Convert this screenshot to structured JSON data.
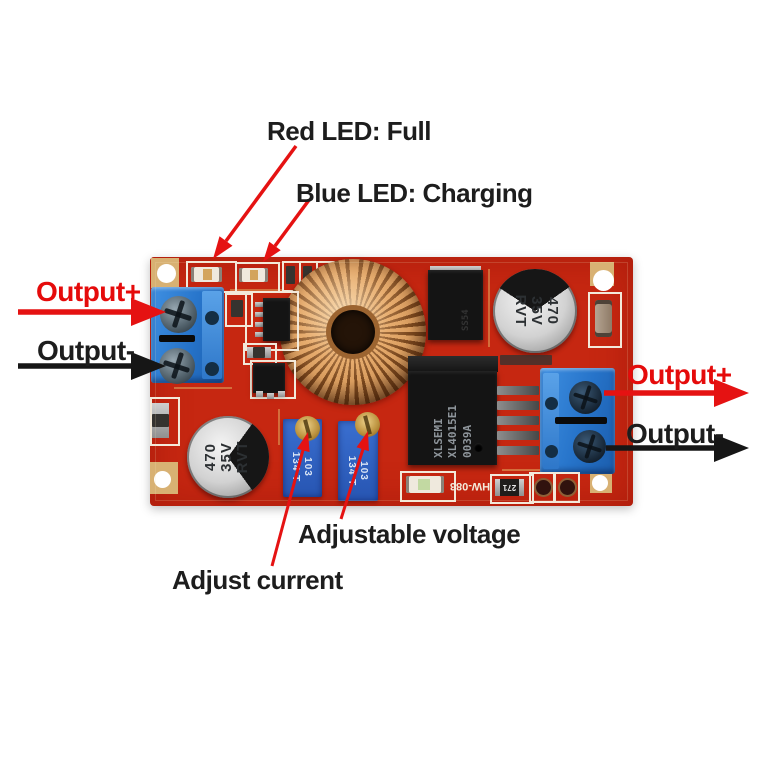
{
  "labels": {
    "red_led": "Red LED: Full",
    "blue_led": "Blue LED: Charging",
    "output_plus_left": "Output+",
    "output_minus_left": "Output-",
    "output_plus_right": "Output+",
    "output_minus_right": "Output-",
    "adjustable_voltage": "Adjustable voltage",
    "adjust_current": "Adjust current"
  },
  "board": {
    "model_silkscreen": "HW-083",
    "chip_marking": "XLSEMI\nXL4015E1\n0039A",
    "capacitor_marking": "470\n35V\nRVT",
    "trimpot_marking": "103\n134 T",
    "resistor_marking": "271",
    "diode_marking": "SS54"
  },
  "colors": {
    "label_red": "#e50b0b",
    "label_black": "#1d1d1d",
    "pcb_red": "#c62711",
    "terminal_blue": "#2b7fd0"
  }
}
